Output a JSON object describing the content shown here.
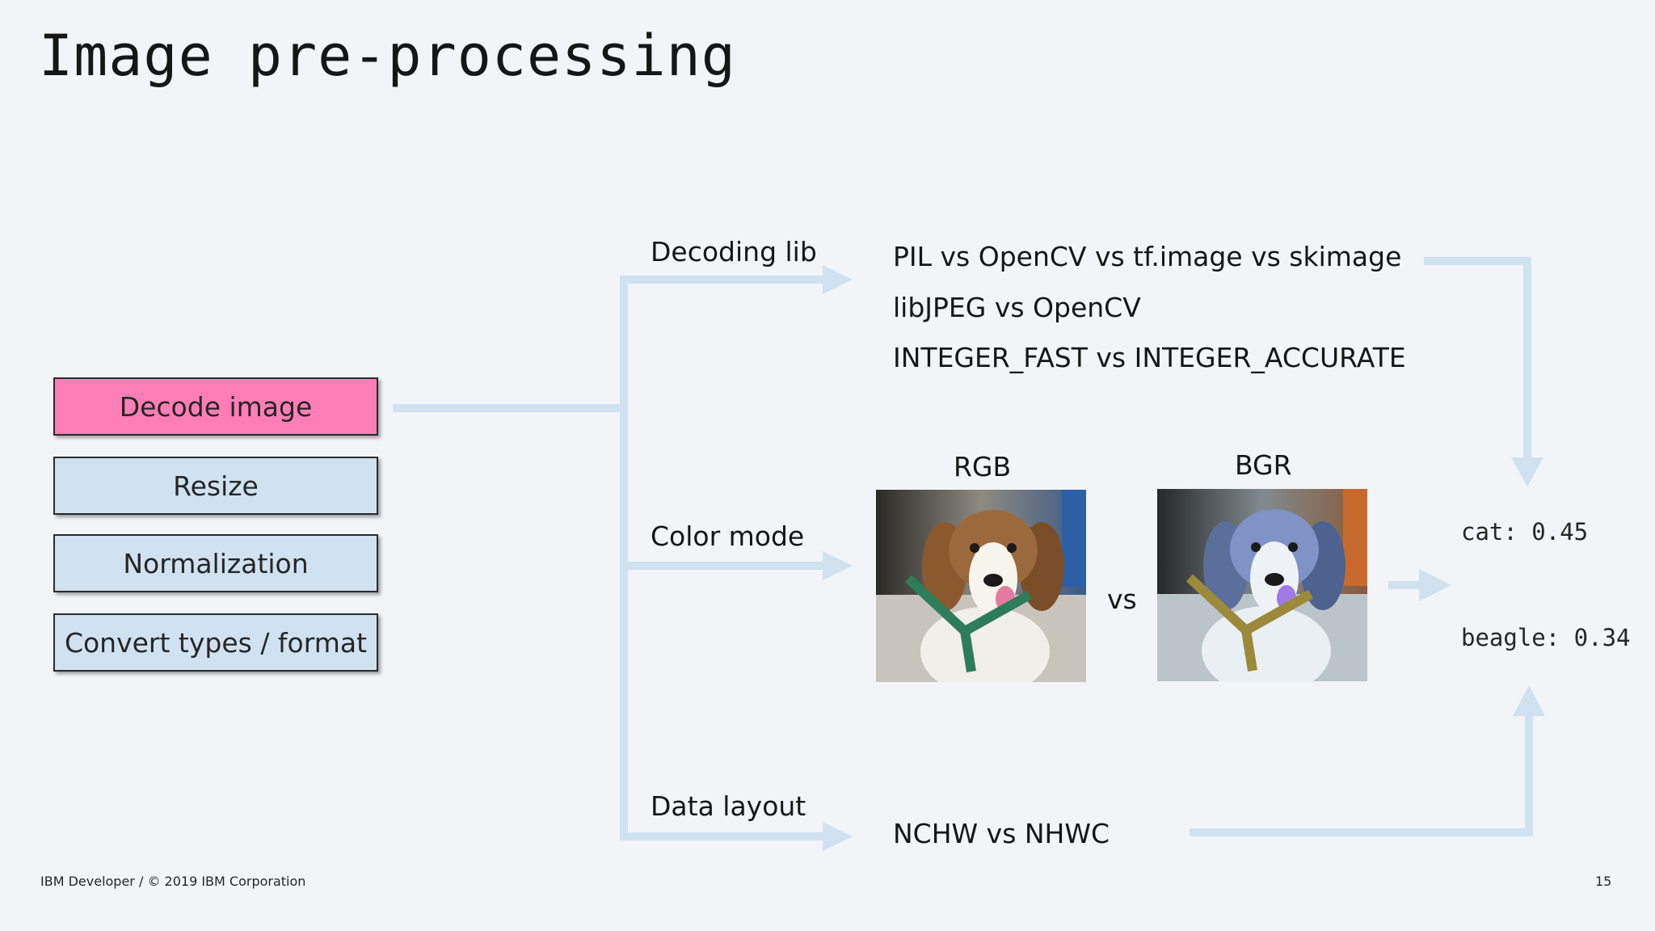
{
  "slide": {
    "title": "Image pre-processing",
    "footer": "IBM Developer / © 2019 IBM Corporation",
    "page_number": "15"
  },
  "pipeline": {
    "steps": [
      {
        "label": "Decode image",
        "active": true
      },
      {
        "label": "Resize",
        "active": false
      },
      {
        "label": "Normalization",
        "active": false
      },
      {
        "label": "Convert types / format",
        "active": false
      }
    ]
  },
  "branches": {
    "decoding": {
      "label": "Decoding lib",
      "options": [
        "PIL vs OpenCV vs tf.image vs skimage",
        "libJPEG vs OpenCV",
        "INTEGER_FAST vs INTEGER_ACCURATE"
      ]
    },
    "color": {
      "label": "Color mode",
      "left_caption": "RGB",
      "right_caption": "BGR",
      "vs": "vs"
    },
    "layout": {
      "label": "Data layout",
      "option": "NCHW vs NHWC"
    }
  },
  "predictions": [
    "cat: 0.45",
    "beagle: 0.34"
  ],
  "colors": {
    "background": "#f2f4f8",
    "arrow": "#d0e2ef",
    "active_step": "#ff7eb6",
    "step": "#d0e2ef"
  },
  "icons": {
    "rgb_photo": "beagle-photo",
    "bgr_photo": "beagle-photo-bgr"
  }
}
